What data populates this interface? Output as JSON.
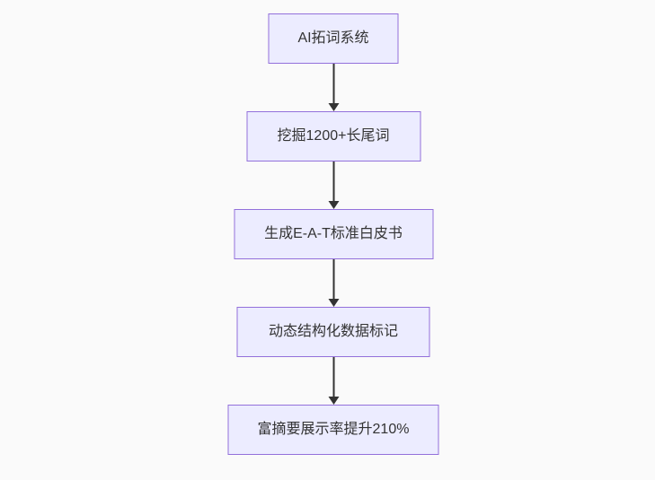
{
  "diagram": {
    "type": "flowchart",
    "direction": "top-down",
    "background_color": "#fafafa",
    "node_fill_color": "#ececff",
    "node_border_color": "#9370db",
    "text_color": "#333333",
    "arrow_color": "#333333",
    "nodes": [
      {
        "label": "AI拓词系统"
      },
      {
        "label": "挖掘1200+长尾词"
      },
      {
        "label": "生成E-A-T标准白皮书"
      },
      {
        "label": "动态结构化数据标记"
      },
      {
        "label": "富摘要展示率提升210%"
      }
    ],
    "edges": [
      {
        "from": 0,
        "to": 1
      },
      {
        "from": 1,
        "to": 2
      },
      {
        "from": 2,
        "to": 3
      },
      {
        "from": 3,
        "to": 4
      }
    ]
  }
}
